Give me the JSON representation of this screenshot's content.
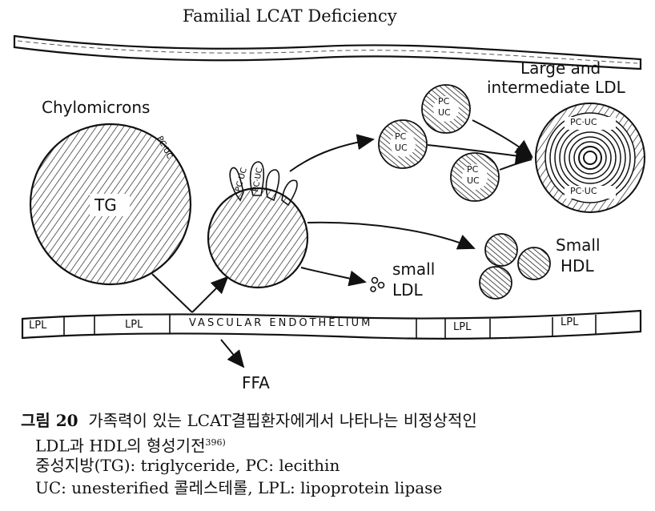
{
  "title": "Familial LCAT Deficiency",
  "labels": {
    "chylomicrons": "Chylomicrons",
    "tg": "TG",
    "pc_uc_chylo": "PC·UC",
    "pc_uc_fold_1": "PC·UC",
    "pc_uc_fold_2": "PC·UC",
    "pc": "PC",
    "uc": "UC",
    "large_ldl": [
      "Large and",
      "intermediate LDL"
    ],
    "large_pc_uc_top": "PC·UC",
    "large_pc_uc_bottom": "PC·UC",
    "small_hdl": [
      "Small",
      "HDL"
    ],
    "small_ldl": [
      "small",
      "LDL"
    ],
    "ffa": "FFA"
  },
  "endothelium": {
    "segments": [
      "LPL",
      "LPL",
      "VASCULAR ENDOTHELIUM",
      "LPL",
      "LPL"
    ]
  },
  "caption": {
    "figure_no": "그림 20",
    "line1": "가족력이 있는 LCAT결핍환자에게서 나타나는 비정상적인",
    "line2": "LDL과 HDL의 형성기전",
    "line2_ref": "396)",
    "line3": "중성지방(TG): triglyceride, PC: lecithin",
    "line4": "UC: unesterified 콜레스테롤, LPL: lipoprotein lipase"
  }
}
